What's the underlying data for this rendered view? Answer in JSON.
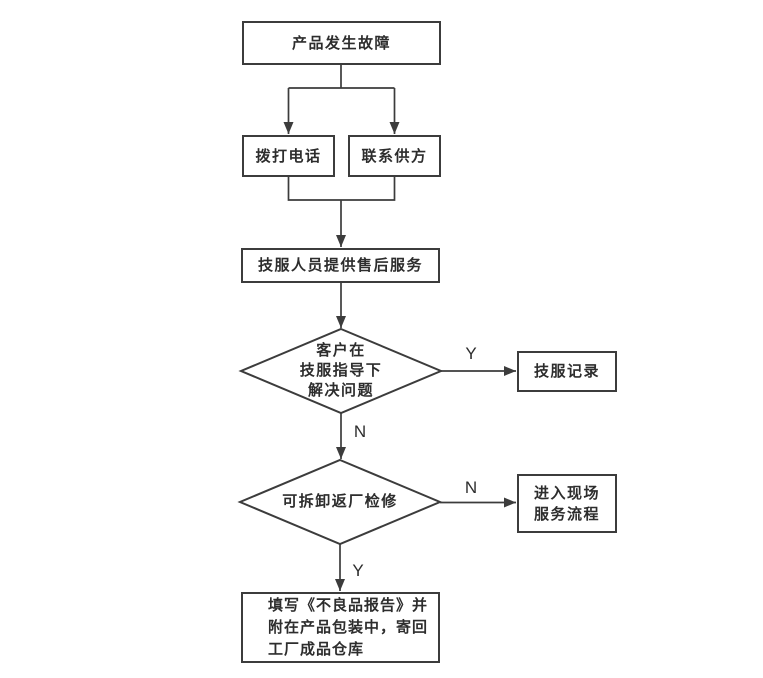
{
  "diagram": {
    "type": "flowchart",
    "colors": {
      "background": "#ffffff",
      "line": "#3c3c3c",
      "text": "#2d2d2d"
    },
    "nodes": {
      "start": {
        "shape": "rect",
        "label": "产品发生故障"
      },
      "call": {
        "shape": "rect",
        "label": "拨打电话"
      },
      "contact": {
        "shape": "rect",
        "label": "联系供方"
      },
      "service": {
        "shape": "rect",
        "label": "技服人员提供售后服务"
      },
      "decision_solve": {
        "shape": "diamond",
        "lines": [
          "客户在",
          "技服指导下",
          "解决问题"
        ]
      },
      "record": {
        "shape": "rect",
        "label": "技服记录"
      },
      "decision_detach": {
        "shape": "diamond",
        "label": "可拆卸返厂检修"
      },
      "onsite": {
        "shape": "rect",
        "lines": [
          "进入现场",
          "服务流程"
        ]
      },
      "report": {
        "shape": "rect",
        "lines": [
          "填写《不良品报告》并",
          "附在产品包装中，寄回",
          "工厂成品仓库"
        ]
      }
    },
    "edge_labels": {
      "solve_yes": "Y",
      "solve_no": "N",
      "detach_no": "N",
      "detach_yes": "Y"
    },
    "edges": [
      {
        "from": "start",
        "to": "call",
        "label": ""
      },
      {
        "from": "start",
        "to": "contact",
        "label": ""
      },
      {
        "from": "call",
        "to": "service",
        "label": ""
      },
      {
        "from": "contact",
        "to": "service",
        "label": ""
      },
      {
        "from": "service",
        "to": "decision_solve",
        "label": ""
      },
      {
        "from": "decision_solve",
        "to": "record",
        "label": "Y"
      },
      {
        "from": "decision_solve",
        "to": "decision_detach",
        "label": "N"
      },
      {
        "from": "decision_detach",
        "to": "onsite",
        "label": "N"
      },
      {
        "from": "decision_detach",
        "to": "report",
        "label": "Y"
      }
    ]
  }
}
